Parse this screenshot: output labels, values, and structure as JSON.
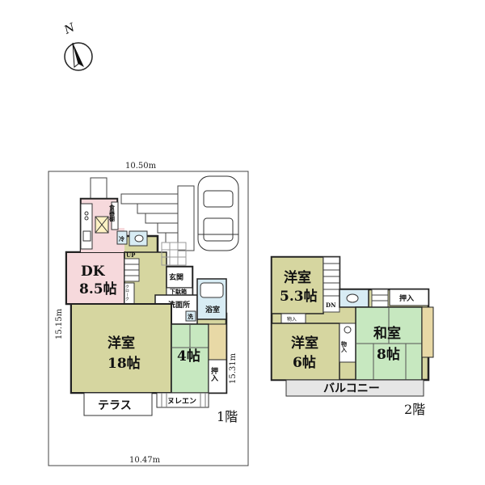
{
  "compass": {
    "label": "N"
  },
  "floor1": {
    "label": "1階",
    "dimensions": {
      "top": "10.50m",
      "bottom": "10.47m",
      "left": "15.15m",
      "right": "15.31m"
    },
    "rooms": {
      "dk_name": "DK",
      "dk_size": "8.5帖",
      "cupboard": "食器棚",
      "refrigerator": "冷",
      "cloak": "クローク",
      "up": "UP",
      "genkan": "玄関",
      "shoe_box": "下駄箱",
      "washroom": "洗面所",
      "washer": "洗",
      "bath": "浴室",
      "western_name": "洋室",
      "western_size": "18帖",
      "tatami4": "4帖",
      "oshiire": "押入",
      "terrace": "テラス",
      "slab": "ヌレエン"
    }
  },
  "floor2": {
    "label": "2階",
    "rooms": {
      "western1_name": "洋室",
      "western1_size": "5.3帖",
      "storage1": "物入",
      "dn": "DN",
      "western2_name": "洋室",
      "western2_size": "6帖",
      "storage2": "物入",
      "japanese_name": "和室",
      "japanese_size": "8帖",
      "oshiire": "押入",
      "balcony": "バルコニー"
    }
  }
}
